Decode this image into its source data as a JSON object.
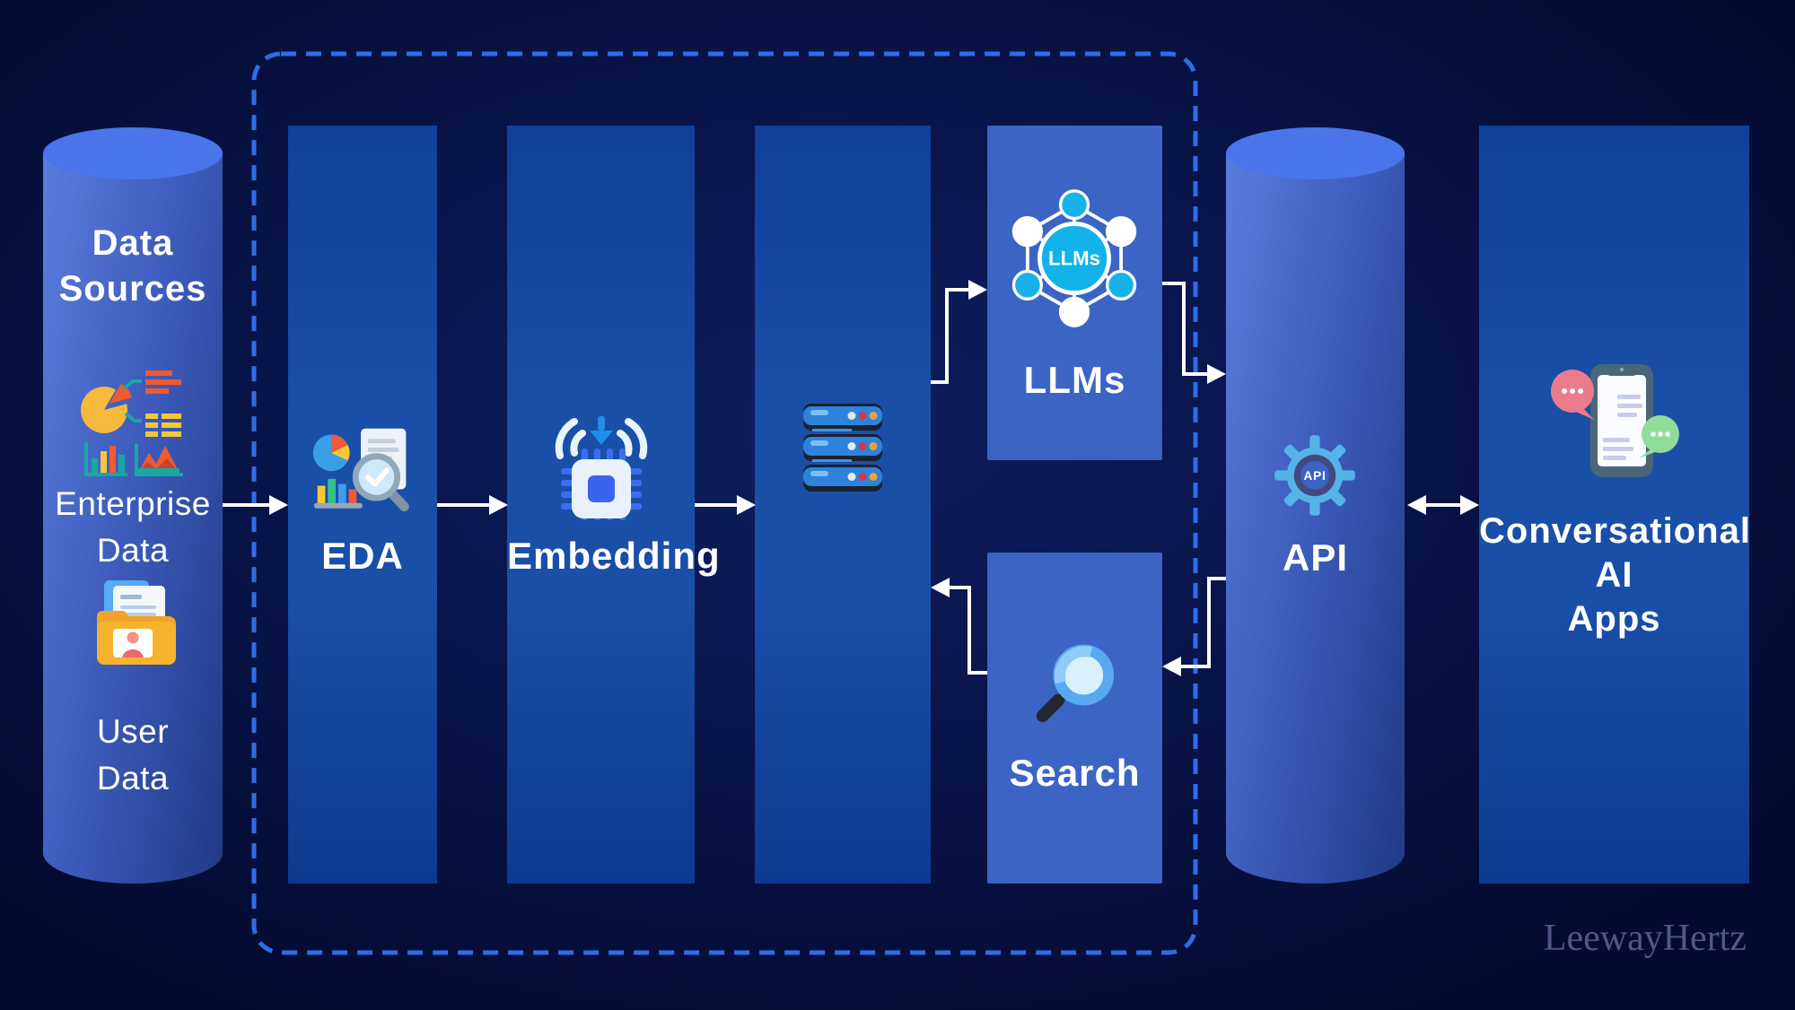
{
  "watermark": "LeewayHertz",
  "colors": {
    "background": "#081347",
    "column_blue": "#1a4fa8",
    "box_blue": "#3b64c4",
    "dashed_border": "#2f6ce8",
    "cylinder_top": "#4a75ea",
    "arrow": "#ffffff",
    "llms_cyan": "#14b2ea",
    "gear_blue": "#54b4e8"
  },
  "pipeline": {
    "data_sources": {
      "title_line1": "Data",
      "title_line2": "Sources",
      "enterprise_line1": "Enterprise",
      "enterprise_line2": "Data",
      "user_line1": "User",
      "user_line2": "Data"
    },
    "eda": {
      "label": "EDA"
    },
    "embedding": {
      "label": "Embedding"
    },
    "llms": {
      "label": "LLMs",
      "icon_text": "LLMs"
    },
    "search": {
      "label": "Search"
    },
    "api": {
      "label": "API",
      "icon_text": "API"
    },
    "apps": {
      "line1": "Conversational",
      "line2": "AI",
      "line3": "Apps"
    }
  }
}
